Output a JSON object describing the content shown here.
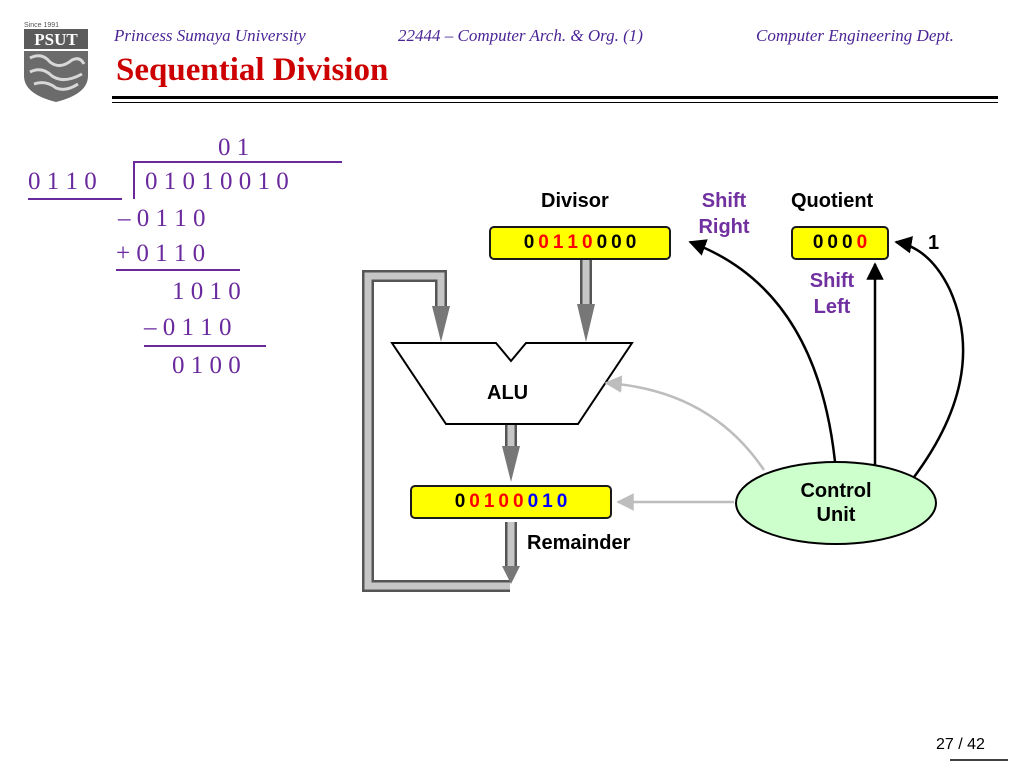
{
  "header": {
    "logo_text": "PSUT",
    "logo_since": "Since 1991",
    "university": "Princess Sumaya University",
    "course": "22444 – Computer Arch. & Org. (1)",
    "department": "Computer Engineering Dept."
  },
  "title": "Sequential Division",
  "long_division": {
    "quotient": "0 1",
    "divisor": "0 1 1 0",
    "dividend": "0 1 0 1 0 0 1 0",
    "lines": [
      "– 0 1 1 0",
      "+ 0 1 1 0",
      "1 0 1 0",
      "– 0 1 1 0",
      "0 1 0 0"
    ]
  },
  "diagram": {
    "divisor_label": "Divisor",
    "shift_right_label": [
      "Shift",
      "Right"
    ],
    "quotient_label": "Quotient",
    "shift_left_label": [
      "Shift",
      "Left"
    ],
    "quotient_input": "1",
    "alu_label": "ALU",
    "control_label": [
      "Control",
      "Unit"
    ],
    "remainder_label": "Remainder",
    "divisor_bits": [
      {
        "v": "0",
        "c": "#000000"
      },
      {
        "v": "0",
        "c": "#ff0000"
      },
      {
        "v": "1",
        "c": "#ff0000"
      },
      {
        "v": "1",
        "c": "#ff0000"
      },
      {
        "v": "0",
        "c": "#ff0000"
      },
      {
        "v": "0",
        "c": "#000000"
      },
      {
        "v": "0",
        "c": "#000000"
      },
      {
        "v": "0",
        "c": "#000000"
      }
    ],
    "quotient_bits": [
      {
        "v": "0",
        "c": "#000000"
      },
      {
        "v": "0",
        "c": "#000000"
      },
      {
        "v": "0",
        "c": "#000000"
      },
      {
        "v": "0",
        "c": "#ff0000"
      }
    ],
    "remainder_bits": [
      {
        "v": "0",
        "c": "#000000"
      },
      {
        "v": "0",
        "c": "#ff0000"
      },
      {
        "v": "1",
        "c": "#ff0000"
      },
      {
        "v": "0",
        "c": "#ff0000"
      },
      {
        "v": "0",
        "c": "#ff0000"
      },
      {
        "v": "0",
        "c": "#0000ff"
      },
      {
        "v": "1",
        "c": "#0000ff"
      },
      {
        "v": "0",
        "c": "#0000ff"
      }
    ]
  },
  "footer": {
    "page": "27 / 42"
  }
}
